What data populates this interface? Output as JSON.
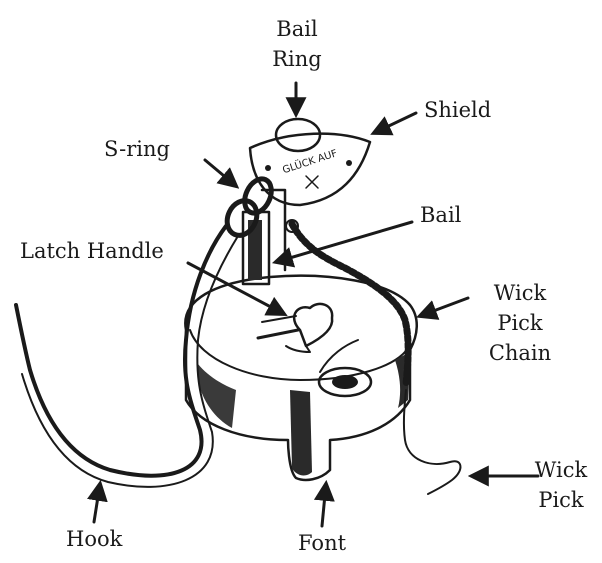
{
  "labels": {
    "bail_ring": [
      "Bail",
      "Ring"
    ],
    "shield": "Shield",
    "s_ring": "S-ring",
    "bail": "Bail",
    "latch_handle": "Latch Handle",
    "wick_pick_chain": [
      "Wick",
      "Pick",
      "Chain"
    ],
    "wick_pick": [
      "Wick",
      "Pick"
    ],
    "hook": "Hook",
    "font": "Font"
  },
  "shield_inscription": "GLÜCK AUF"
}
